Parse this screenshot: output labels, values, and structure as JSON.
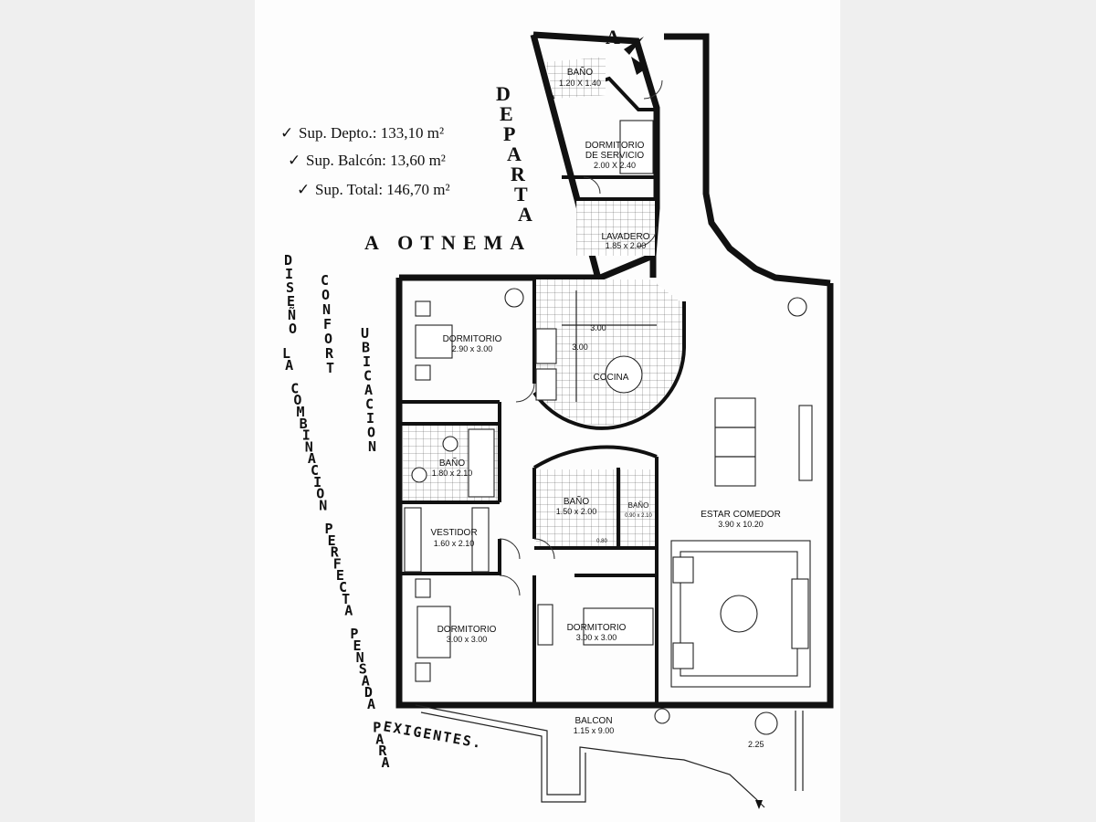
{
  "areas": [
    {
      "text": "Sup. Depto.: 133,10 m²"
    },
    {
      "text": "Sup. Balcón: 13,60 m²"
    },
    {
      "text": "Sup. Total: 146,70 m²"
    }
  ],
  "brand_vertical": "DEPARTA",
  "brand_horizontal": "A OTNEMA",
  "north_mark": "A",
  "slogan": [
    {
      "word": "DISEÑO"
    },
    {
      "word": "CONFORT"
    },
    {
      "word": "UBICACION"
    },
    {
      "word": "LA COMBINACION PERFECTA PENSADA PARA"
    },
    {
      "word": "EXIGENTES."
    }
  ],
  "rooms": {
    "bano_servicio": {
      "name": "BAÑO",
      "dim": "1.20 X 1.40"
    },
    "dorm_servicio": {
      "name": "DORMITORIO",
      "name2": "DE SERVICIO",
      "dim": "2.00 X 2.40"
    },
    "lavadero": {
      "name": "LAVADERO",
      "dim": "1.85 x 2.00"
    },
    "dorm_1": {
      "name": "DORMITORIO",
      "dim": "2.90 x 3.00"
    },
    "cocina": {
      "name": "COCINA",
      "dim_h": "3.00",
      "dim_v": "3.00"
    },
    "bano_1": {
      "name": "BAÑO",
      "dim": "1.80 x 2.10"
    },
    "vestidor": {
      "name": "VESTIDOR",
      "dim": "1.60 x 2.10"
    },
    "bano_2": {
      "name": "BAÑO",
      "dim": "1.50 x 2.00"
    },
    "bano_3": {
      "name": "BAÑO",
      "dim": "0.90 x 2.10"
    },
    "dorm_2": {
      "name": "DORMITORIO",
      "dim": "3.00 x 3.00"
    },
    "dorm_3": {
      "name": "DORMITORIO",
      "dim": "3.00 x 3.00"
    },
    "estar": {
      "name": "ESTAR COMEDOR",
      "dim": "3.90 x 10.20"
    },
    "balcon": {
      "name": "BALCON",
      "dim": "1.15 x 9.00"
    }
  },
  "balcony_extra_dim": "2.25",
  "small_mark": "0.80"
}
